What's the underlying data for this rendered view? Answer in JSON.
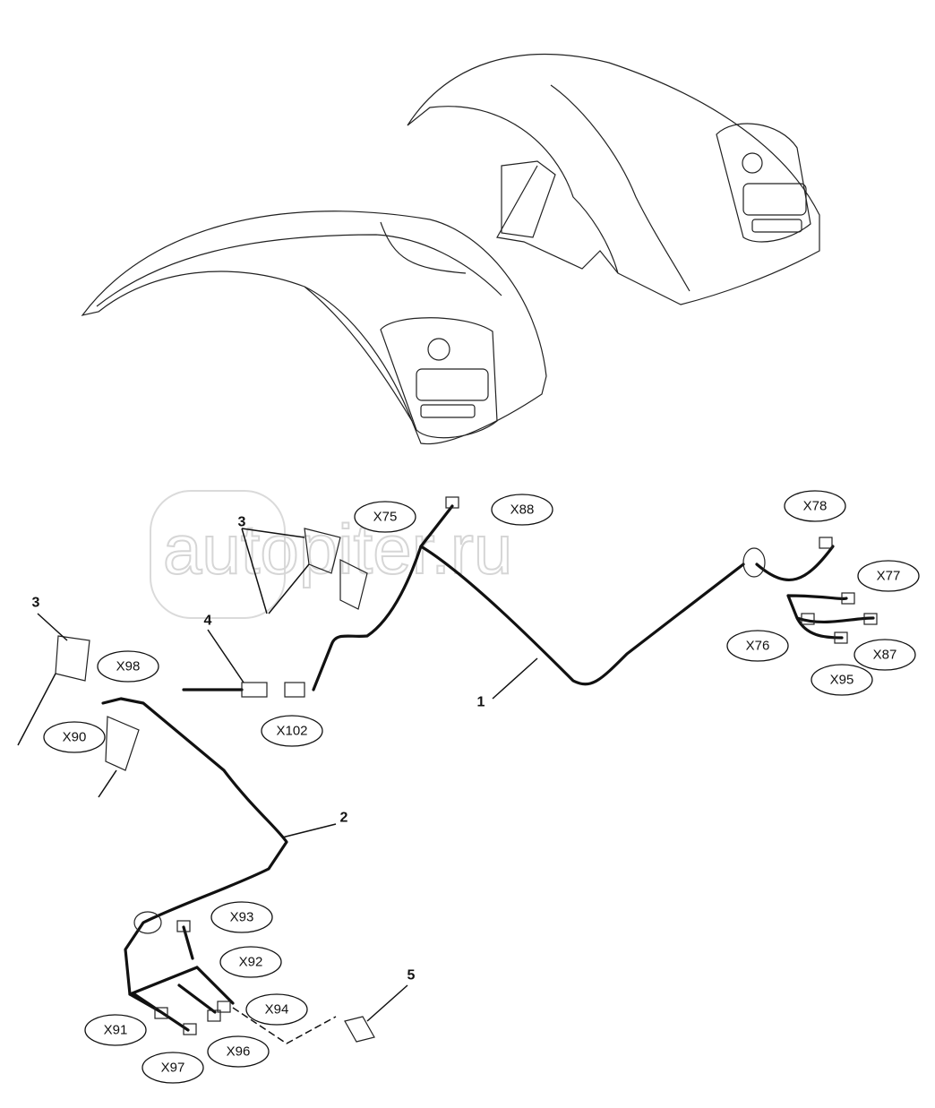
{
  "watermark": "autopiter.ru",
  "item_numbers": [
    "1",
    "2",
    "3",
    "3",
    "4",
    "5"
  ],
  "connectors": [
    "X75",
    "X88",
    "X78",
    "X77",
    "X76",
    "X87",
    "X95",
    "X98",
    "X90",
    "X102",
    "X93",
    "X92",
    "X94",
    "X91",
    "X96",
    "X97"
  ]
}
